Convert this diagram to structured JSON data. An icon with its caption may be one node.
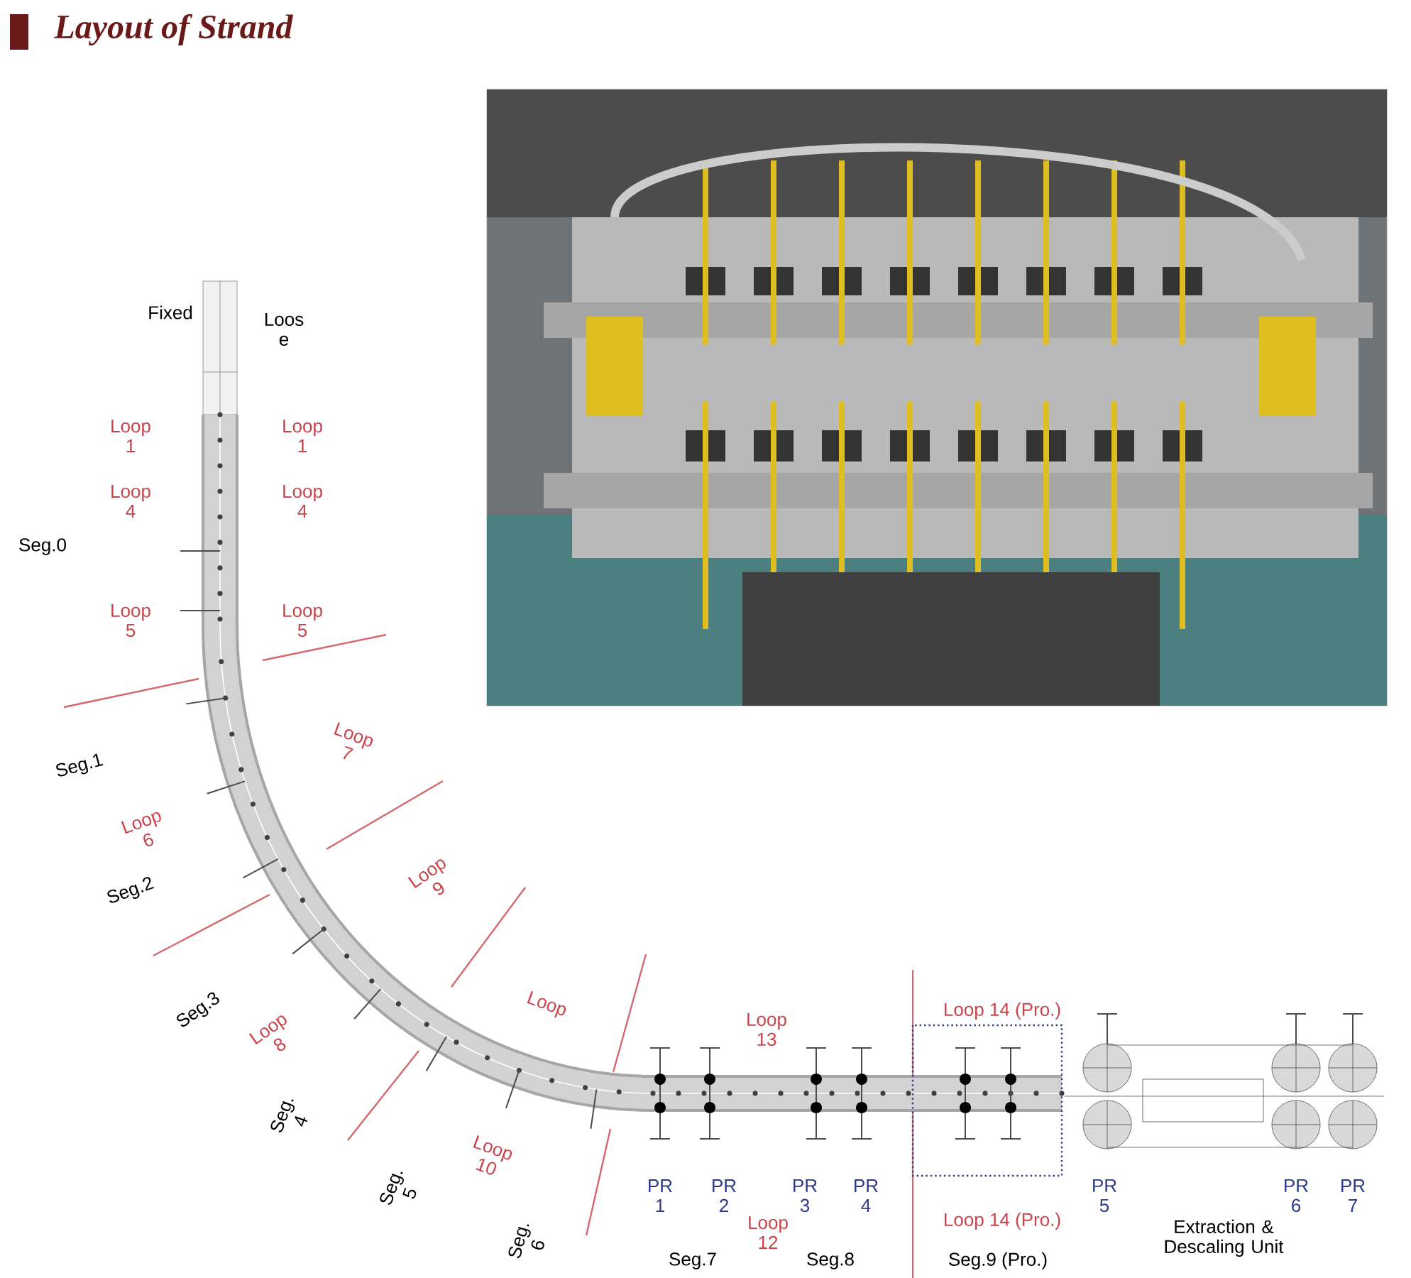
{
  "diagram": {
    "title": "Layout of Strand",
    "nodes": [
      {
        "text": [],
        "shape": "picture"
      }
    ],
    "labels": [
      "Fixed",
      "Loos e",
      "Loop 1",
      "Loop 1",
      "Loop 4",
      "Loop 4",
      "Seg.0",
      "Loop 5",
      "Loop 5",
      "Loop 7",
      "Seg.1",
      "Loop 6",
      "Seg.2",
      "Loop 9",
      "Seg.3",
      "Loop 8",
      "Loop",
      "Seg. 4",
      "Loop 10",
      "Seg. 5",
      "Seg. 6",
      "Loop 13",
      "Loop 14 (Pro.)",
      "PR 1",
      "PR 2",
      "PR 3",
      "PR 4",
      "Loop 14 (Pro.)",
      "PR 5",
      "Loop 12",
      "Extraction & Descaling Unit",
      "PR 6",
      "PR 7",
      "Seg.7",
      "Seg.8",
      "Seg.9 (Pro.)"
    ]
  }
}
